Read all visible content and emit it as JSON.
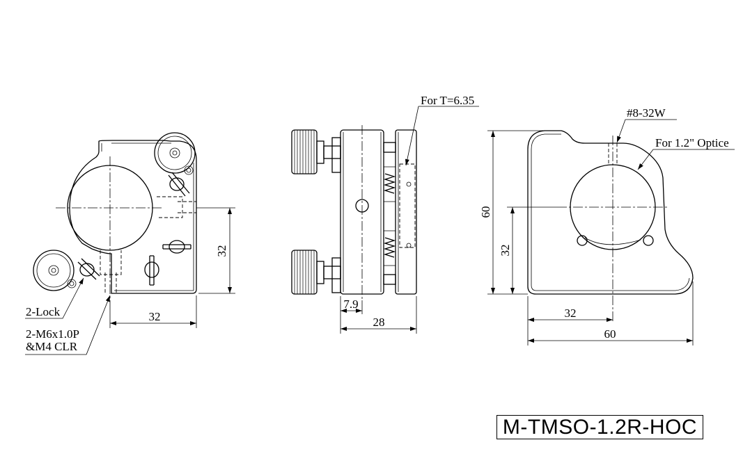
{
  "drawing": {
    "front_view": {
      "dim_horizontal": "32",
      "dim_vertical": "32",
      "callout_lock": "2-Lock",
      "callout_thread_line1": "2-M6x1.0P",
      "callout_thread_line2": "&M4 CLR"
    },
    "side_view": {
      "callout_thickness": "For T=6.35",
      "dim_offset": "7.9",
      "dim_depth": "28"
    },
    "back_view": {
      "callout_thread": "#8-32W",
      "callout_optic": "For 1.2\" Optice",
      "dim_height": "60",
      "dim_center_height": "32",
      "dim_center_width": "32",
      "dim_width": "60"
    },
    "model_number": "M-TMSO-1.2R-HOC"
  }
}
